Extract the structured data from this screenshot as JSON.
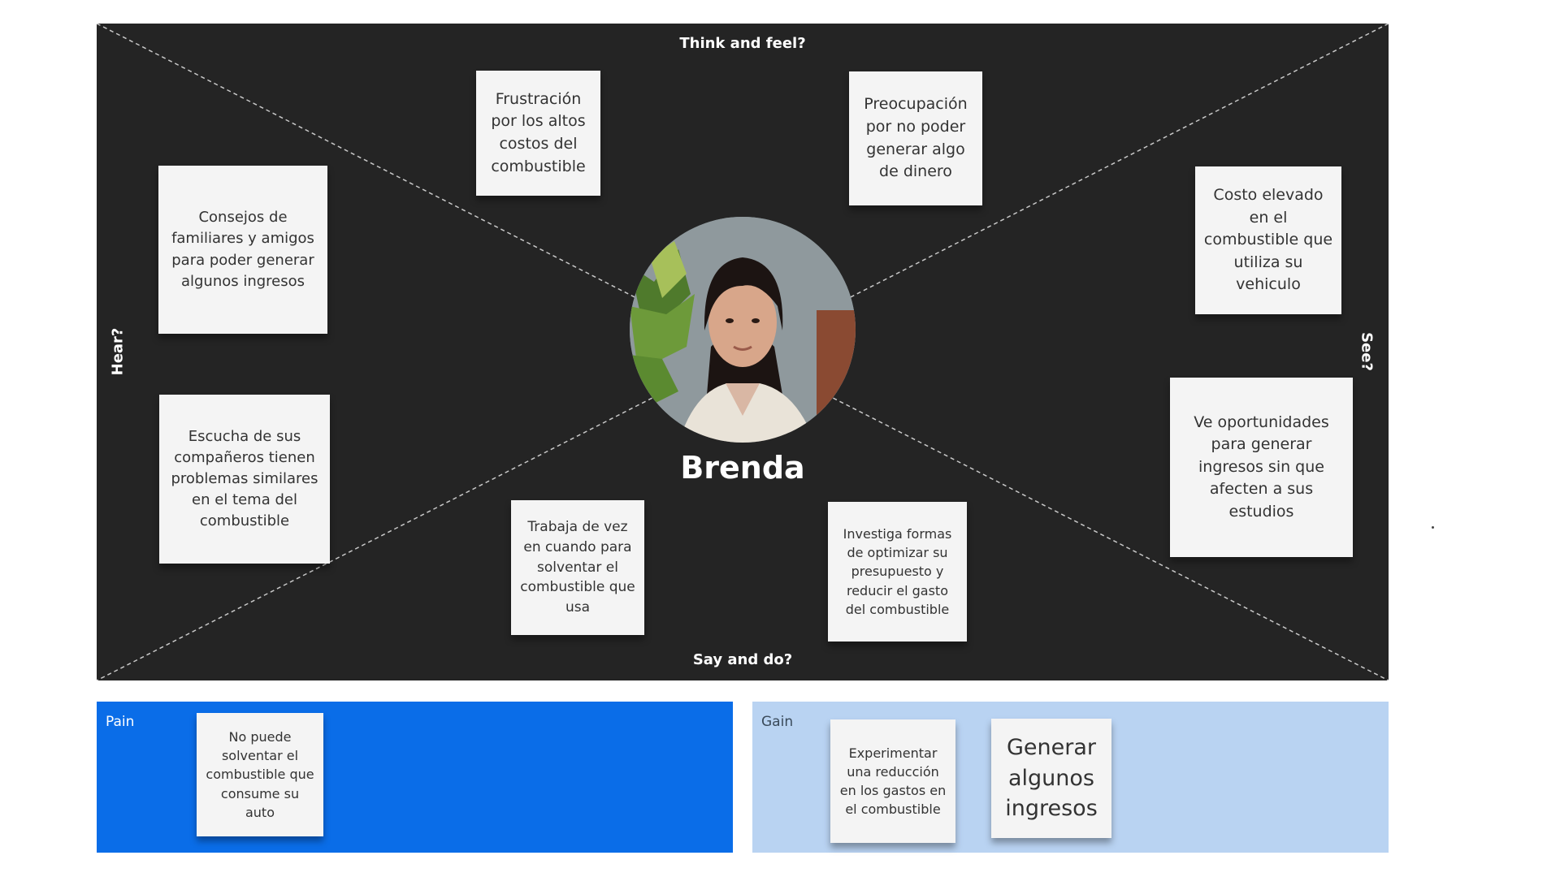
{
  "persona": {
    "name": "Brenda"
  },
  "quadrants": {
    "think_feel": "Think and feel?",
    "say_do": "Say and do?",
    "hear": "Hear?",
    "see": "See?"
  },
  "notes": {
    "think_1": "Frustración por los altos costos del combustible",
    "think_2": "Preocupación por no poder generar algo de dinero",
    "hear_1": "Consejos de familiares y amigos para poder generar algunos ingresos",
    "hear_2": "Escucha de sus compañeros tienen problemas similares en el tema del combustible",
    "see_1": "Costo elevado en el combustible que utiliza su vehiculo",
    "see_2": "Ve oportunidades para generar ingresos sin que afecten a sus estudios",
    "say_1": "Trabaja de vez en cuando para solventar el combustible que usa",
    "say_2": "Investiga formas de optimizar su presupuesto y reducir el gasto del combustible"
  },
  "pain": {
    "label": "Pain",
    "notes": [
      "No puede solventar el combustible que consume su auto"
    ]
  },
  "gain": {
    "label": "Gain",
    "notes": [
      "Experimentar una reducción en los gastos en el combustible",
      "Generar algunos ingresos"
    ]
  },
  "colors": {
    "board_bg": "#242424",
    "note_bg": "#f4f4f4",
    "pain_bg": "#0a6de8",
    "gain_bg": "#b9d3f2"
  }
}
